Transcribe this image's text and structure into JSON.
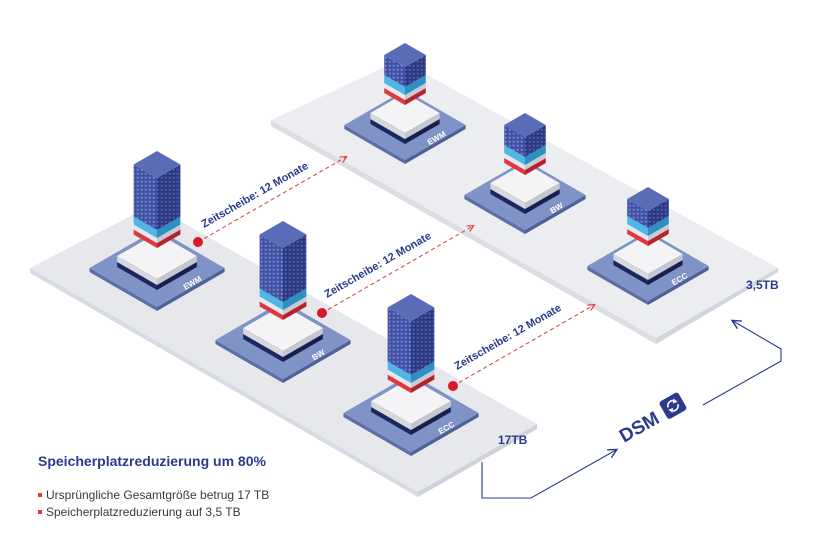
{
  "source_platform": {
    "size_label": "17TB"
  },
  "target_platform": {
    "size_label": "3,5TB"
  },
  "systems": [
    {
      "label": "EWM",
      "arrow_label": "Zeitscheibe: 12 Monate"
    },
    {
      "label": "BW",
      "arrow_label": "Zeitscheibe: 12 Monate"
    },
    {
      "label": "ECC",
      "arrow_label": "Zeitscheibe: 12 Monate"
    }
  ],
  "dsm_logo": {
    "text": "DSM",
    "icon": "refresh-icon"
  },
  "summary": {
    "headline": "Speicherplatzreduzierung um 80%",
    "bullets": [
      "Ursprüngliche Gesamtgröße betrug 17 TB",
      "Speicherplatzreduzierung auf 3,5 TB"
    ]
  },
  "colors": {
    "platform": "#e7e8ec",
    "pad": "#7f93c6",
    "building": "#3b4c9c",
    "cyan_layer": "#4fb6e6",
    "red_layer": "#e2373f",
    "dot": "#d7192a",
    "text_dark_blue": "#2b3a8c"
  }
}
